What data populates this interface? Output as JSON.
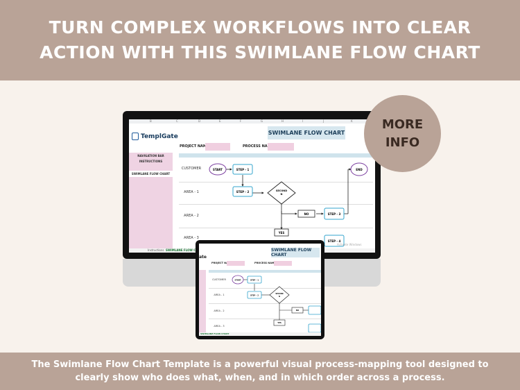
{
  "headline": "TURN COMPLEX WORKFLOWS INTO CLEAR ACTION WITH THIS SWIMLANE FLOW CHART",
  "badge": {
    "line1": "MORE",
    "line2": "INFO"
  },
  "caption": "The Swimlane Flow Chart Template is a powerful visual process-mapping tool designed to clearly show who does what, when, and in which order across a process.",
  "sheet": {
    "brand": "TemplGate",
    "title": "SWIMLANE FLOW CHART",
    "project_label": "PROJECT NAME:",
    "process_label": "PROCESS NAME:",
    "nav_items": [
      "NAVIGATION BAR",
      "INSTRUCTIONS",
      "SWIMLANE FLOW CHART"
    ],
    "lanes": [
      "CUSTOMER",
      "AREA - 1",
      "AREA - 2",
      "AREA - 3"
    ],
    "columns": [
      "B",
      "C",
      "D",
      "E",
      "F",
      "G",
      "H",
      "I",
      "J",
      "K"
    ],
    "tabs": [
      "Instructions",
      "SWIMLANE FLOW CHART"
    ],
    "watermark": "Activate Windows",
    "nodes": {
      "start": "START",
      "end": "END",
      "step1": "STEP - 1",
      "step2": "STEP - 2",
      "step3": "STEP - 3",
      "step4": "STEP - 4",
      "decision_line1": "SECOND",
      "decision_line2": "N",
      "no": "NO",
      "yes": "YES"
    }
  },
  "tablet_sheet": {
    "brand_fragment": "ate"
  }
}
